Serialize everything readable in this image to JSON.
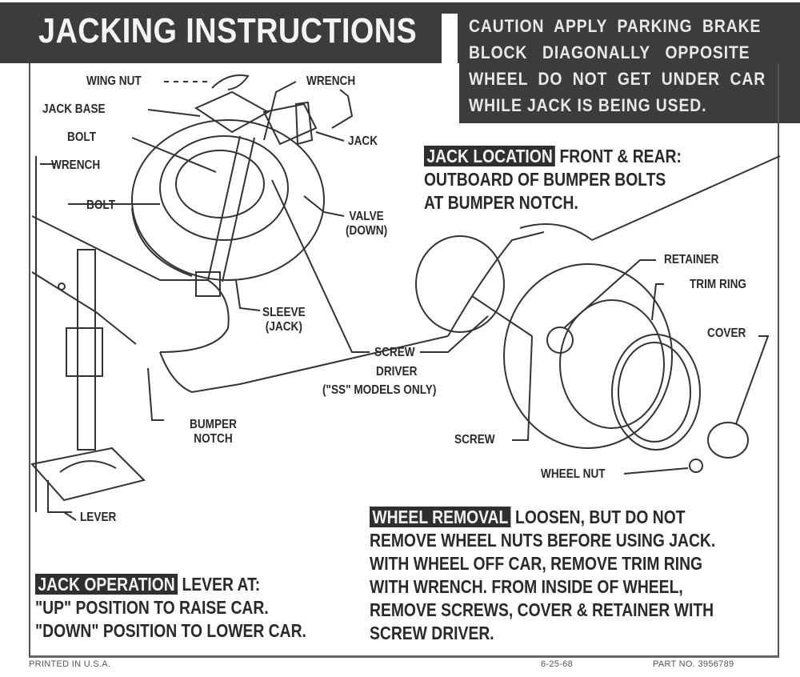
{
  "header": {
    "title": "JACKING INSTRUCTIONS",
    "caution_lines": [
      "CAUTION  APPLY  PARKING  BRAKE",
      "BLOCK   DIAGONALLY   OPPOSITE",
      "WHEEL  DO  NOT  GET  UNDER  CAR",
      "WHILE JACK IS BEING USED."
    ]
  },
  "diagram_labels": {
    "wing_nut": "WING NUT",
    "wrench_top": "WRENCH",
    "jack_base": "JACK BASE",
    "bolt_top": "BOLT",
    "jack": "JACK",
    "wrench_left": "WRENCH",
    "bolt_left": "BOLT",
    "valve": "VALVE",
    "valve_sub": "(DOWN)",
    "sleeve": "SLEEVE",
    "sleeve_sub": "(JACK)",
    "screw_driver_1": "SCREW",
    "screw_driver_2": "DRIVER",
    "screw_driver_3": "(\"SS\" MODELS ONLY)",
    "bumper_notch_1": "BUMPER",
    "bumper_notch_2": "NOTCH",
    "lever": "LEVER",
    "retainer": "RETAINER",
    "trim_ring": "TRIM RING",
    "cover": "COVER",
    "screw": "SCREW",
    "wheel_nut": "WHEEL NUT"
  },
  "sections": {
    "jack_location": {
      "tag": "JACK LOCATION",
      "lines": [
        "FRONT & REAR:",
        "OUTBOARD OF BUMPER BOLTS",
        "AT BUMPER NOTCH."
      ]
    },
    "wheel_removal": {
      "tag": "WHEEL REMOVAL",
      "lines": [
        "LOOSEN, BUT DO NOT",
        "REMOVE WHEEL NUTS BEFORE USING JACK.",
        "WITH WHEEL OFF CAR, REMOVE TRIM RING",
        "WITH WRENCH. FROM INSIDE OF WHEEL,",
        "REMOVE SCREWS, COVER & RETAINER WITH",
        "SCREW DRIVER."
      ]
    },
    "jack_operation": {
      "tag": "JACK OPERATION",
      "lines": [
        "LEVER AT:",
        "\"UP\" POSITION TO RAISE CAR.",
        "\"DOWN\" POSITION TO LOWER CAR."
      ]
    }
  },
  "footer": {
    "printed": "PRINTED IN U.S.A.",
    "date": "6-25-68",
    "part_no": "PART NO. 3956789"
  },
  "colors": {
    "band": "#3c3c3c",
    "ink": "#2a2a2a",
    "paper": "#ffffff"
  }
}
